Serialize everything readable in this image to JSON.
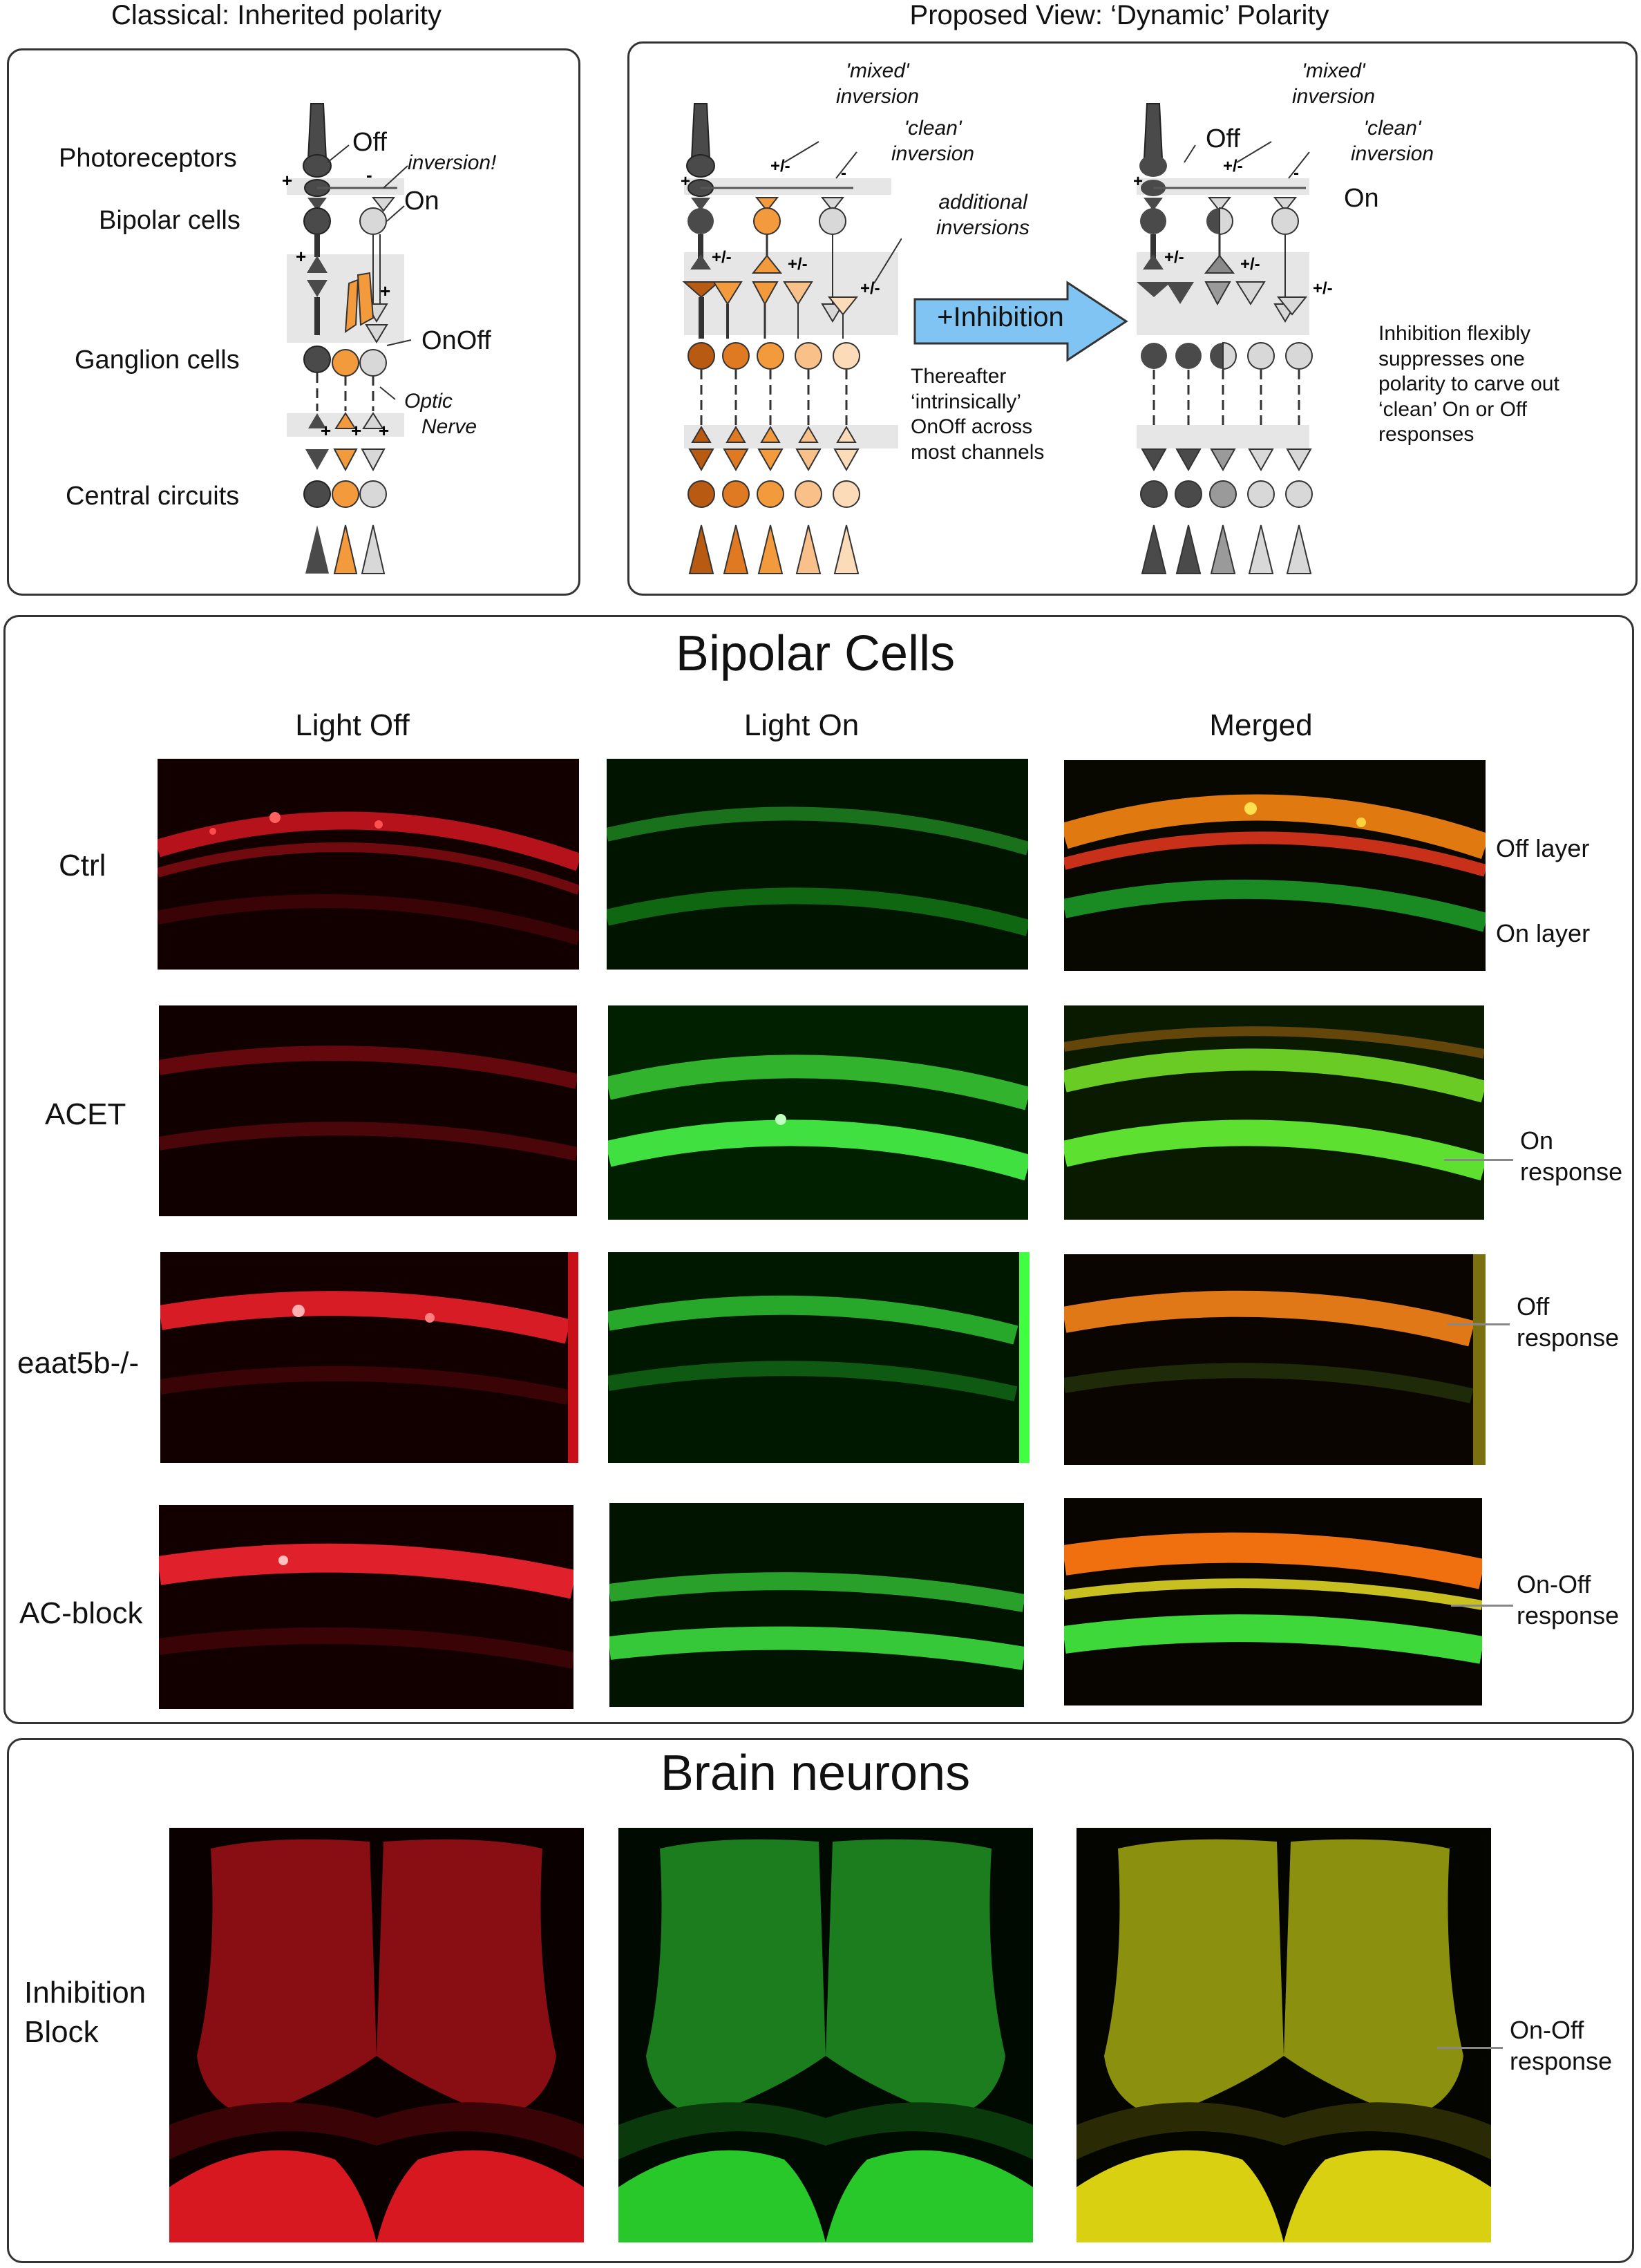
{
  "top": {
    "left_title": "Classical: Inherited polarity",
    "right_title": "Proposed View: ‘Dynamic’ Polarity",
    "levels": [
      "Photoreceptors",
      "Bipolar cells",
      "Ganglion cells",
      "Central circuits"
    ],
    "left_annotations": {
      "off": "Off",
      "inversion": "inversion!",
      "on": "On",
      "onoff": "OnOff",
      "optic_line1": "Optic",
      "optic_line2": "Nerve"
    },
    "signs": {
      "plus": "+",
      "minus": "-",
      "mixed": "+/-"
    },
    "mid_annotations": {
      "mixed_line1": "'mixed'",
      "mixed_line2": "inversion",
      "clean_line1": "'clean'",
      "clean_line2": "inversion",
      "additional_line1": "additional",
      "additional_line2": "inversions",
      "thereafter": [
        "Thereafter",
        "‘intrinsically’",
        "OnOff across",
        "most channels"
      ]
    },
    "arrow_label": "+Inhibition",
    "right_annotations": {
      "mixed_line1": "'mixed'",
      "mixed_line2": "inversion",
      "clean_line1": "'clean'",
      "clean_line2": "inversion",
      "off": "Off",
      "on": "On",
      "inhibition_text": [
        "Inhibition flexibly",
        "suppresses one",
        "polarity to carve out",
        "‘clean’ On or Off",
        "responses"
      ]
    },
    "colors": {
      "dark": "#4a4a4a",
      "light": "#d8d8d8",
      "orange": "#f39a3c",
      "dark_orange": "#b85a12",
      "pale_orange": "#f9c08a",
      "paler_orange": "#fcdcb8",
      "arrow_fill": "#7fc4f2"
    }
  },
  "bipolar": {
    "title": "Bipolar Cells",
    "columns": [
      "Light Off",
      "Light On",
      "Merged"
    ],
    "rows": [
      {
        "label": "Ctrl",
        "annotations": [
          "Off layer",
          "On layer"
        ]
      },
      {
        "label": "ACET",
        "annotations": [
          "On",
          "response"
        ]
      },
      {
        "label": "eaat5b-/-",
        "annotations": [
          "Off",
          "response"
        ]
      },
      {
        "label": "AC-block",
        "annotations": [
          "On-Off",
          "response"
        ]
      }
    ]
  },
  "brain": {
    "title": "Brain neurons",
    "row_label_line1": "Inhibition",
    "row_label_line2": "Block",
    "annotation_line1": "On-Off",
    "annotation_line2": "response"
  }
}
